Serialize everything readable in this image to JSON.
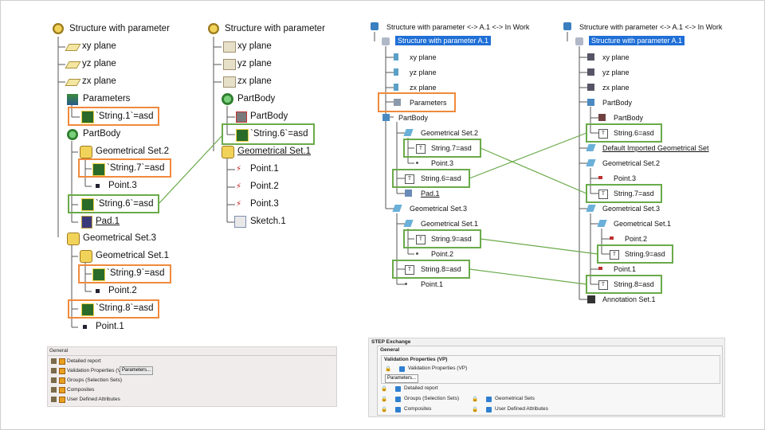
{
  "tree1": {
    "root": "Structure with parameter",
    "items": [
      "xy plane",
      "yz plane",
      "zx plane",
      "Parameters",
      "`String.1`=asd",
      "PartBody",
      "Geometrical Set.2",
      "`String.7`=asd",
      "Point.3",
      "`String.6`=asd",
      "Pad.1",
      "Geometrical Set.3",
      "Geometrical Set.1",
      "`String.9`=asd",
      "Point.2",
      "`String.8`=asd",
      "Point.1"
    ]
  },
  "tree2": {
    "root": "Structure with parameter",
    "items": [
      "xy plane",
      "yz plane",
      "zx plane",
      "PartBody",
      "PartBody",
      "`String.6`=asd",
      "Geometrical Set.1",
      "Point.1",
      "Point.2",
      "Point.3",
      "Sketch.1"
    ]
  },
  "tree3": {
    "header": "Structure with parameter <-> A.1 <-> In Work",
    "root": "Structure with parameter A.1",
    "items": [
      "xy plane",
      "yz plane",
      "zx plane",
      "Parameters",
      "PartBody",
      "Geometrical Set.2",
      "String.7=asd",
      "Point.3",
      "String.6=asd",
      "Pad.1",
      "Geometrical Set.3",
      "Geometrical Set.1",
      "String.9=asd",
      "Point.2",
      "String.8=asd",
      "Point.1"
    ]
  },
  "tree4": {
    "header": "Structure with parameter <-> A.1 <-> In Work",
    "root": "Structure with parameter A.1",
    "items": [
      "xy plane",
      "yz plane",
      "zx plane",
      "PartBody",
      "PartBody",
      "String.6=asd",
      "Default Imported Geometrical Set",
      "Geometrical Set.2",
      "Point.3",
      "String.7=asd",
      "Geometrical Set.3",
      "Geometrical Set.1",
      "Point.2",
      "String.9=asd",
      "Point.1",
      "String.8=asd",
      "Annotation Set.1"
    ]
  },
  "panel_left": {
    "title": "General",
    "items": [
      "Detailed report",
      "Validation Properties (VP)",
      "Groups (Selection Sets)",
      "Composites",
      "User Defined Attributes"
    ],
    "button": "Parameters..."
  },
  "panel_right": {
    "title": "STEP Exchange",
    "group": "General",
    "subgroup": "Validation Properties (VP)",
    "vp": "Validation Properties (VP)",
    "button": "Parameters...",
    "items": [
      "Detailed report",
      "Groups (Selection Sets)",
      "Composites",
      "Geometrical Sets",
      "User Defined Attributes"
    ]
  },
  "colors": {
    "orange": "#f08a3c",
    "green": "#6aaa4a",
    "selection": "#1f6fd6"
  }
}
